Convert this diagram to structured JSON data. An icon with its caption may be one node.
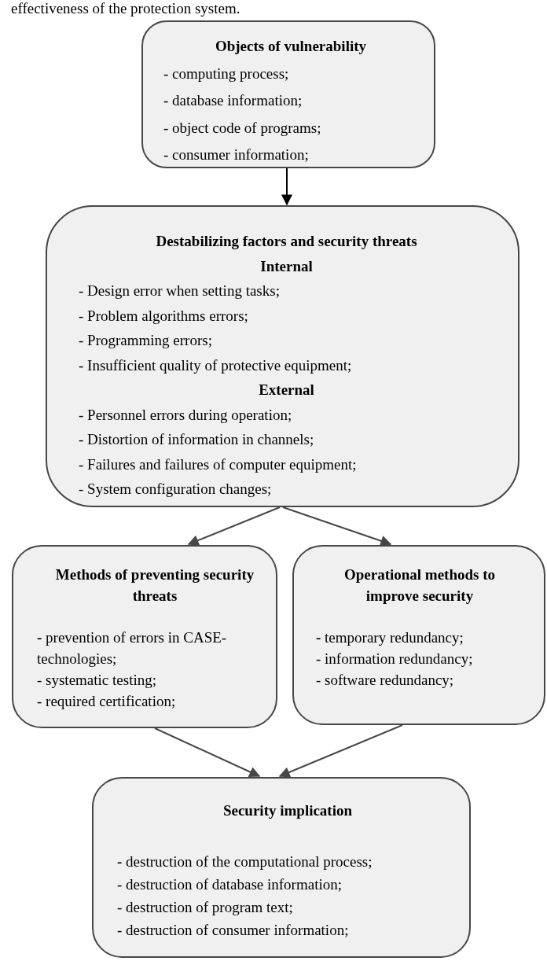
{
  "diagram": {
    "nodes": [
      {
        "text": [
          "Objects of vulnerability",
          "- computing process;",
          "- database information;",
          "- object code of programs;",
          "- consumer information;"
        ]
      },
      {
        "text": [
          "Destabilizing factors and security threats",
          "Internal",
          "- Design error when setting tasks;",
          "- Problem algorithms errors;",
          "- Programming errors;",
          "- Insufficient quality of protective equipment;",
          "External",
          "- Personnel errors during operation;",
          "- Distortion of information in channels;",
          "- Failures and failures of computer equipment;",
          "- System configuration changes;"
        ]
      },
      {
        "text": [
          "Methods of preventing security threats",
          "**-** prevention of errors in CASE-technologies;",
          "- systematic testing;",
          "- required certification;"
        ]
      },
      {
        "text": [
          "Operational methods to improve security",
          "**-** temporary redundancy;",
          "- information redundancy;",
          "- software redundancy;"
        ]
      },
      {
        "text": [
          "Security implication",
          "**-** destruction of the computational process;",
          "- destruction of database information;",
          "- destruction of program text;",
          "- destruction of consumer information;"
        ]
      }
    ],
    "edges": [
      {
        "from": 0,
        "to": 1,
        "arrow": "to",
        "color": "#000000"
      },
      {
        "from": 1,
        "to": 2,
        "arrow": "to"
      },
      {
        "from": 1,
        "to": 3,
        "arrow": "to"
      },
      {
        "from": 2,
        "to": 4,
        "arrow": "to"
      },
      {
        "from": 3,
        "to": 4,
        "arrow": "to"
      }
    ],
    "labels": [
      "effectiveness of the protection system."
    ]
  }
}
